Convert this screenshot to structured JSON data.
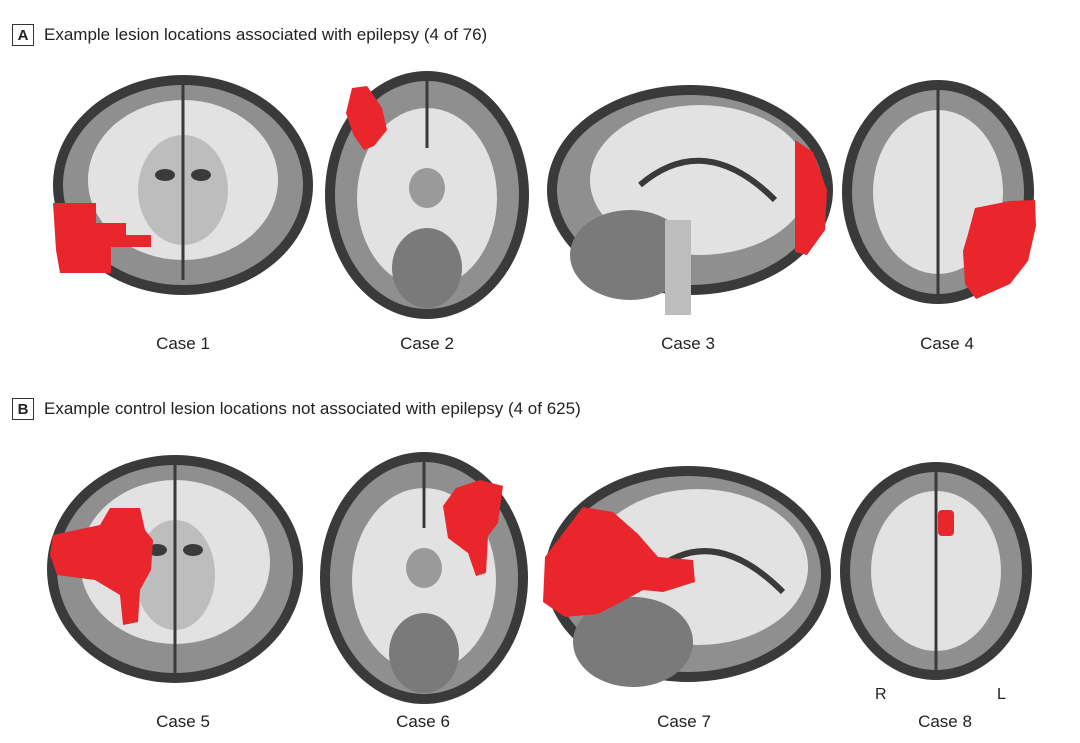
{
  "panelA": {
    "letter": "A",
    "title": "Example lesion locations associated with epilepsy (4 of 76)"
  },
  "panelB": {
    "letter": "B",
    "title": "Example control lesion locations not associated with epilepsy (4 of 625)"
  },
  "cases": [
    {
      "label": "Case 1",
      "view": "coronal"
    },
    {
      "label": "Case 2",
      "view": "axial"
    },
    {
      "label": "Case 3",
      "view": "sagittal"
    },
    {
      "label": "Case 4",
      "view": "axial-superior"
    },
    {
      "label": "Case 5",
      "view": "coronal"
    },
    {
      "label": "Case 6",
      "view": "axial"
    },
    {
      "label": "Case 7",
      "view": "sagittal"
    },
    {
      "label": "Case 8",
      "view": "axial-superior"
    }
  ],
  "orientation": {
    "right": "R",
    "left": "L"
  },
  "colors": {
    "lesion": "#e8262b",
    "brain_dark": "#3a3a3a",
    "brain_gray": "#8f8f8f",
    "brain_white": "#e2e2e2"
  }
}
